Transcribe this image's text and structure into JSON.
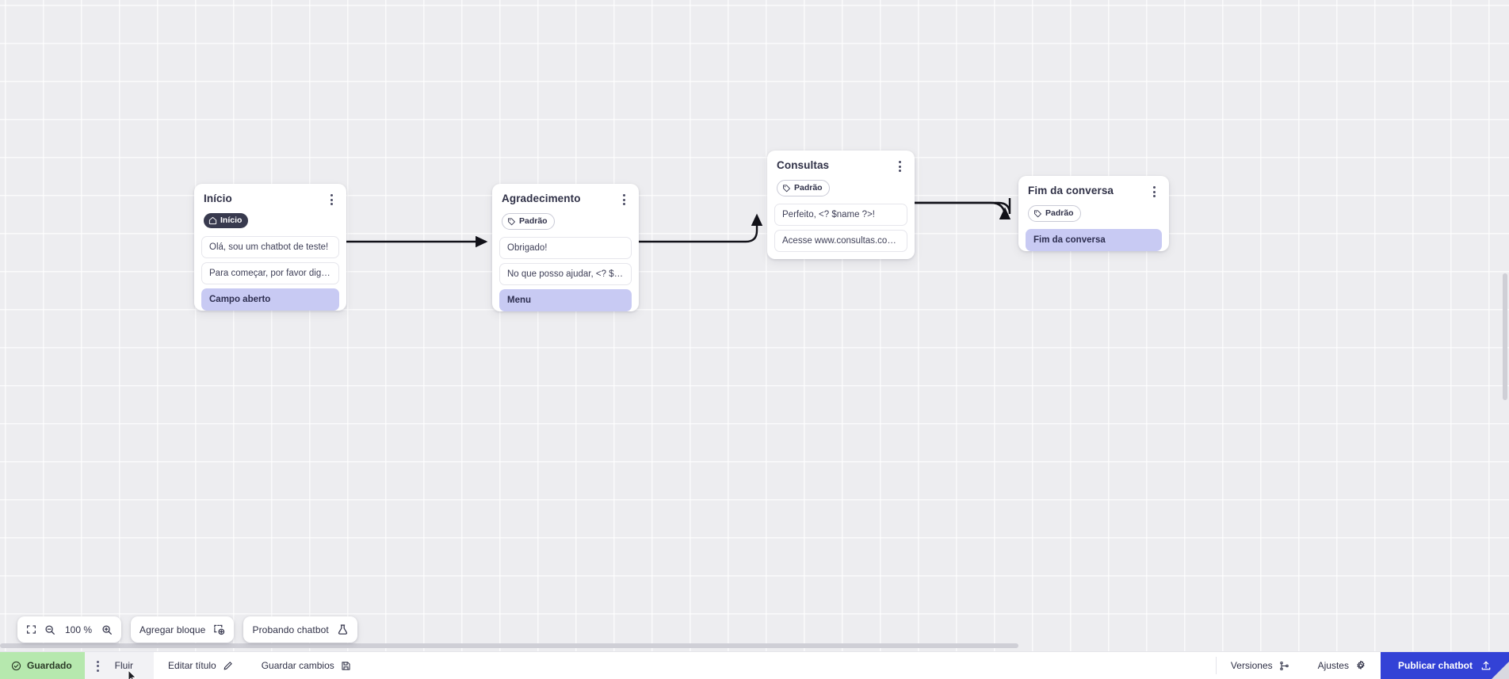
{
  "app": {
    "accent_blue": "#3342d6",
    "saved_green": "#b6e8ae",
    "highlight_lavender": "#c8caf3",
    "canvas_bg": "#ededf0"
  },
  "canvas": {
    "nodes": [
      {
        "id": "inicio",
        "title": "Início",
        "badge": {
          "label": "Início",
          "icon": "home-icon",
          "style": "start"
        },
        "rows": [
          {
            "text": "Olá, sou um chatbot de teste!",
            "highlight": false
          },
          {
            "text": "Para começar, por favor digite o ...",
            "highlight": false
          },
          {
            "text": "Campo aberto",
            "highlight": true
          }
        ]
      },
      {
        "id": "agradecimento",
        "title": "Agradecimento",
        "badge": {
          "label": "Padrão",
          "icon": "tag-icon",
          "style": "default"
        },
        "rows": [
          {
            "text": "Obrigado!",
            "highlight": false
          },
          {
            "text": "No que posso ajudar, <? $name ...",
            "highlight": false
          },
          {
            "text": "Menu",
            "highlight": true
          }
        ]
      },
      {
        "id": "consultas",
        "title": "Consultas",
        "badge": {
          "label": "Padrão",
          "icon": "tag-icon",
          "style": "default"
        },
        "rows": [
          {
            "text": "Perfeito, <? $name ?>!",
            "highlight": false
          },
          {
            "text": "Acesse www.consultas.com par...",
            "highlight": false
          }
        ]
      },
      {
        "id": "fim",
        "title": "Fim da conversa",
        "badge": {
          "label": "Padrão",
          "icon": "tag-icon",
          "style": "default"
        },
        "rows": [
          {
            "text": "Fim da conversa",
            "highlight": true
          }
        ]
      }
    ]
  },
  "toolbar": {
    "fit_icon": "fit-screen-icon",
    "zoom_out_icon": "zoom-out-icon",
    "zoom_level": "100 %",
    "zoom_in_icon": "zoom-in-icon",
    "add_block_label": "Agregar bloque",
    "add_block_icon": "add-block-icon",
    "test_chatbot_label": "Probando chatbot",
    "test_chatbot_icon": "flask-icon"
  },
  "statusbar": {
    "saved_label": "Guardado",
    "saved_icon": "check-circle-icon",
    "flow_menu_icon": "kebab-icon",
    "flow_label": "Fluir",
    "edit_title_label": "Editar título",
    "edit_title_icon": "pencil-icon",
    "save_changes_label": "Guardar cambios",
    "save_changes_icon": "floppy-icon",
    "versions_label": "Versiones",
    "versions_icon": "branch-icon",
    "settings_label": "Ajustes",
    "settings_icon": "gear-icon",
    "publish_label": "Publicar chatbot",
    "publish_icon": "upload-icon"
  }
}
